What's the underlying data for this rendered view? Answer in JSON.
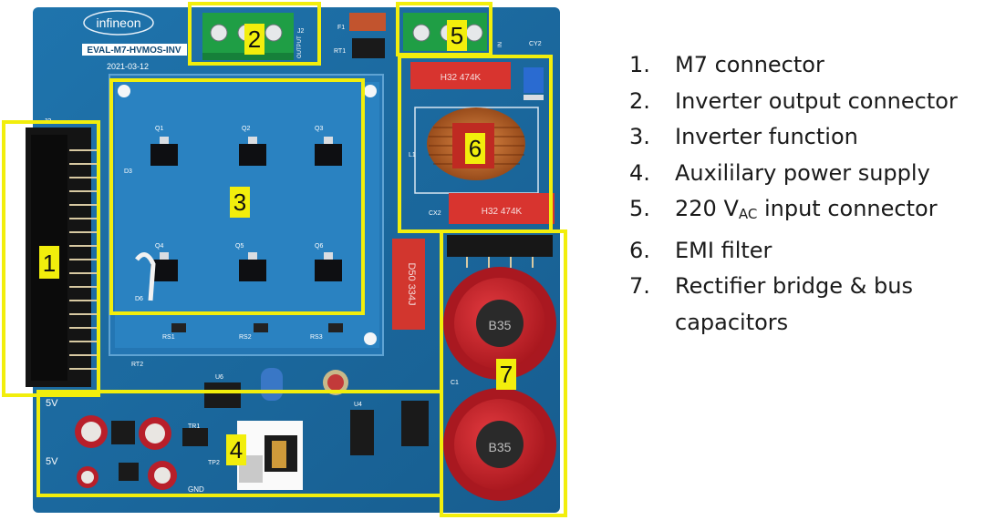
{
  "board": {
    "brand": "infineon",
    "model": "EVAL-M7-HVMOS-INV",
    "date": "2021-03-12",
    "capacitor_marking": "H32 474K",
    "varistor_marking": "D50 334J",
    "bulk_cap_marking": "B35",
    "labels": {
      "j3": "J3",
      "j2": "J2",
      "output": "OUTPUT",
      "f1": "F1",
      "rt1": "RT1",
      "cx2": "CX2",
      "cy2": "CY2",
      "c1": "C1",
      "l1": "L1",
      "q1": "Q1",
      "q2": "Q2",
      "q3": "Q3",
      "q4": "Q4",
      "q5": "Q5",
      "q6": "Q6",
      "d3": "D3",
      "d6": "D6",
      "rs1": "RS1",
      "rs2": "RS2",
      "rs3": "RS3",
      "rt2": "RT2",
      "tr1": "TR1",
      "u6": "U6",
      "u4": "U4",
      "tp2": "TP2",
      "v5a": "5V",
      "v5b": "5V",
      "gnd": "GND",
      "in": "IN"
    }
  },
  "callouts": [
    "1",
    "2",
    "3",
    "4",
    "5",
    "6",
    "7"
  ],
  "legend": [
    {
      "num": "1.",
      "text": "M7 connector"
    },
    {
      "num": "2.",
      "text": "Inverter output connector"
    },
    {
      "num": "3.",
      "text": "Inverter function"
    },
    {
      "num": "4.",
      "text": "Auxililary power supply"
    },
    {
      "num": "5.",
      "text": "220 V",
      "sub": "AC",
      "rest": " input connector"
    },
    {
      "num": "6.",
      "text": "EMI filter"
    },
    {
      "num": "7.",
      "text": "Rectifier bridge & bus capacitors"
    }
  ],
  "colors": {
    "pcb": "#1c6aa0",
    "highlight": "#f2ee0c",
    "terminal": "#1f9e45",
    "capacitor": "#c81e26"
  }
}
